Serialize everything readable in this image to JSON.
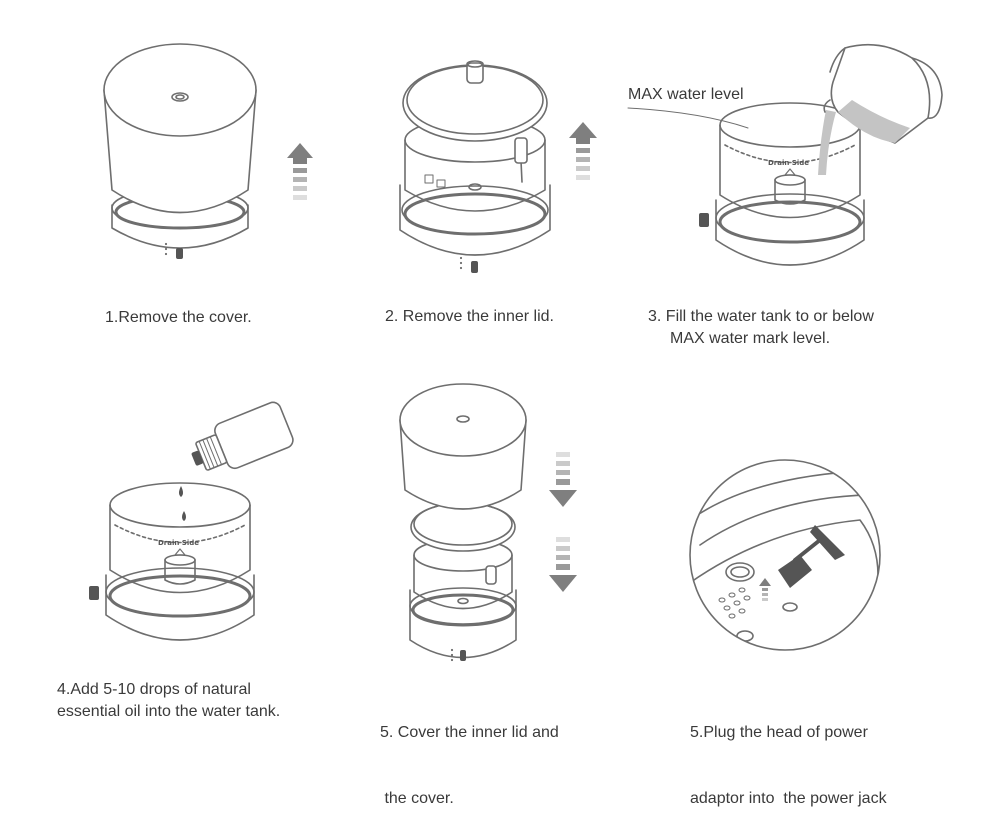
{
  "steps": [
    {
      "id": "remove-cover",
      "lines": [
        "1.Remove the cover."
      ]
    },
    {
      "id": "remove-inner-lid",
      "lines": [
        "2. Remove the inner lid."
      ]
    },
    {
      "id": "fill-water",
      "lines": [
        "3. Fill the water tank to or below",
        "MAX water mark level."
      ]
    },
    {
      "id": "add-oil",
      "lines": [
        "4.Add 5-10 drops of natural",
        "essential oil into the water tank."
      ]
    },
    {
      "id": "cover-back",
      "lines": [
        "5. Cover the inner lid and",
        " the cover."
      ]
    },
    {
      "id": "plug-adaptor",
      "lines": [
        "5.Plug the head of power",
        "adaptor into  the power jack"
      ]
    }
  ],
  "annotations": {
    "max_water_level": "MAX water level",
    "drain_side_label": "Drain Side"
  },
  "colors": {
    "line": "#6e6e6e",
    "arrow": "#7f7f7f",
    "water": "#c4c4c4",
    "dark_part": "#555555"
  }
}
